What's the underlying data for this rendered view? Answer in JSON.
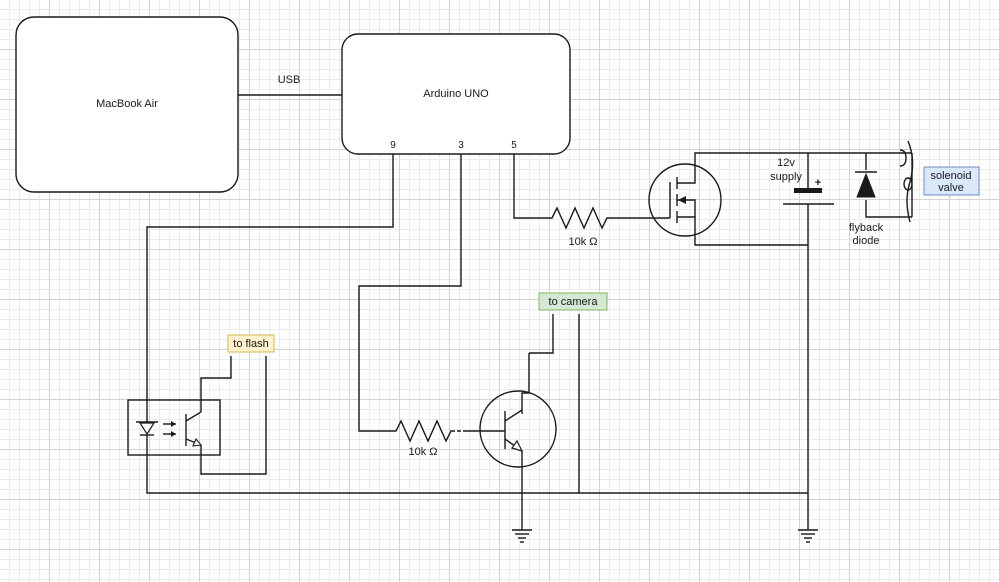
{
  "blocks": {
    "macbook": "MacBook Air",
    "arduino": "Arduino UNO",
    "usb": "USB"
  },
  "pins": {
    "pin9": "9",
    "pin3": "3",
    "pin5": "5"
  },
  "resistors": {
    "gate": "10k Ω",
    "base": "10k Ω"
  },
  "supply": {
    "line1": "12v",
    "line2": "supply",
    "plus": "+"
  },
  "diode": {
    "line1": "flyback",
    "line2": "diode"
  },
  "tags": {
    "valve_line1": "solenoid",
    "valve_line2": "valve",
    "camera": "to camera",
    "flash": "to flash"
  },
  "colors": {
    "wire": "#1a1a1a",
    "valve_tag_fill": "#dae8fc",
    "valve_tag_stroke": "#6c8ebf",
    "camera_tag_fill": "#d5e8d4",
    "camera_tag_stroke": "#82b366",
    "flash_tag_fill": "#fff2cc",
    "flash_tag_stroke": "#d6b656"
  }
}
